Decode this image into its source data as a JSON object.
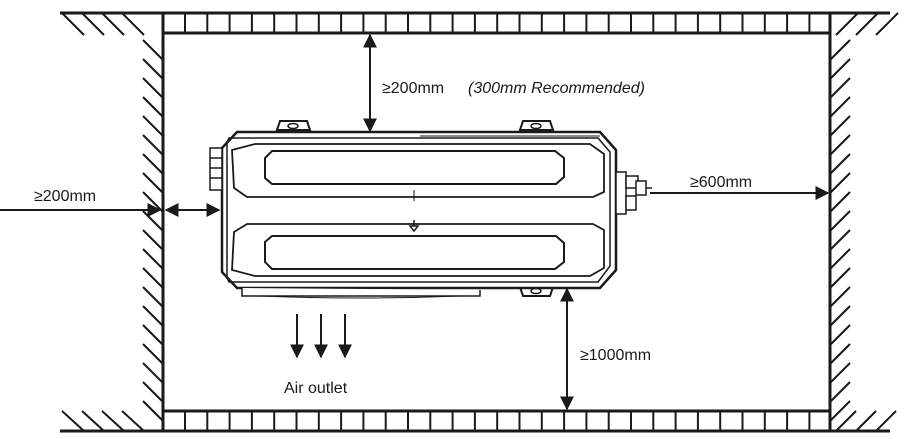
{
  "labels": {
    "top_clearance": "≥200mm",
    "top_recommended": "(300mm Recommended)",
    "left_clearance": "≥200mm",
    "right_clearance": "≥600mm",
    "bottom_clearance": "≥1000mm",
    "air_outlet": "Air outlet"
  },
  "colors": {
    "line": "#1a1a1a",
    "background": "#ffffff"
  }
}
